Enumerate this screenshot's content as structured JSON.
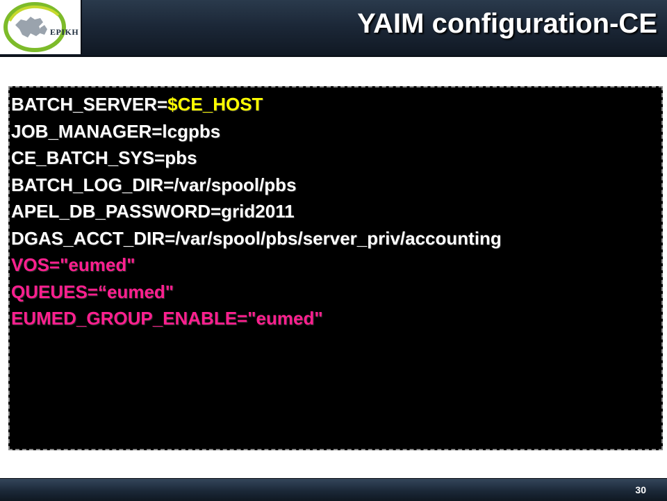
{
  "header": {
    "title": "YAIM configuration-CE",
    "logo_text": "EPIKH"
  },
  "code": {
    "lines": [
      {
        "parts": [
          {
            "text": "BATCH_SERVER=",
            "color": "white"
          },
          {
            "text": "$CE_HOST",
            "color": "yellow"
          }
        ]
      },
      {
        "parts": [
          {
            "text": "JOB_MANAGER=lcgpbs",
            "color": "white"
          }
        ]
      },
      {
        "parts": [
          {
            "text": "CE_BATCH_SYS=pbs",
            "color": "white"
          }
        ]
      },
      {
        "parts": [
          {
            "text": "BATCH_LOG_DIR=/var/spool/pbs",
            "color": "white"
          }
        ]
      },
      {
        "parts": [
          {
            "text": "APEL_DB_PASSWORD=grid2011",
            "color": "white"
          }
        ]
      },
      {
        "parts": [
          {
            "text": "DGAS_ACCT_DIR=/var/spool/pbs/server_priv/accounting",
            "color": "white"
          }
        ]
      },
      {
        "parts": [
          {
            "text": "VOS=\"eumed\"",
            "color": "pink"
          }
        ]
      },
      {
        "parts": [
          {
            "text": "QUEUES=“eumed\"",
            "color": "pink"
          }
        ]
      },
      {
        "parts": [
          {
            "text": "EUMED_GROUP_ENABLE=\"eumed\"",
            "color": "pink"
          }
        ]
      }
    ]
  },
  "colors": {
    "white": "#ffffff",
    "yellow": "#ffff00",
    "pink": "#ff1f8f"
  },
  "footer": {
    "page_number": "30"
  }
}
